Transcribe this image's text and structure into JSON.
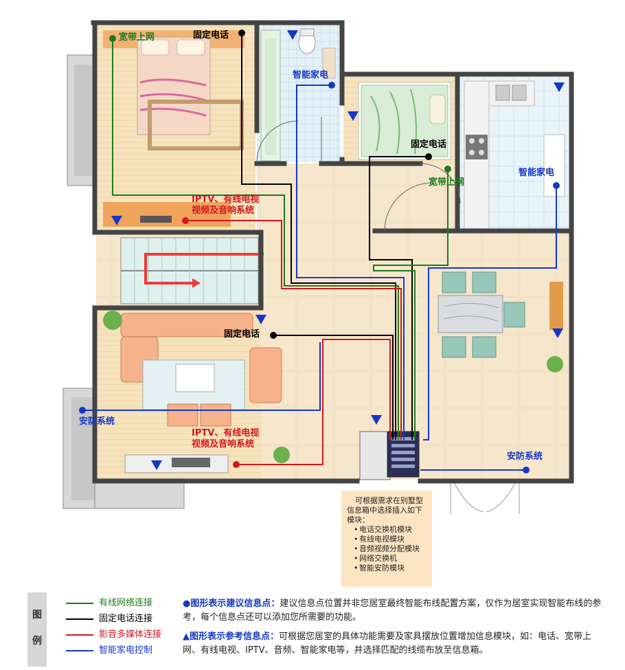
{
  "labels": {
    "broadband_1": "宽带上网",
    "broadband_2": "宽带上网",
    "phone_1": "固定电话",
    "phone_2": "固定电话",
    "phone_3": "固定电话",
    "appliance_1": "智能家电",
    "appliance_2": "智能家电",
    "iptv_1_line1": "IPTV、有线电视",
    "iptv_1_line2": "视频及音响系统",
    "iptv_2_line1": "IPTV、有线电视",
    "iptv_2_line2": "视频及音响系统",
    "security_1": "安防系统",
    "security_2": "安防系统"
  },
  "note": {
    "intro": "可根据需求在别墅型信息箱中选择插入如下模块：",
    "modules": [
      "电话交换机模块",
      "有线电视模块",
      "音频视频分配模块",
      "网络交换机",
      "智能安防模块"
    ]
  },
  "legend": {
    "tag_1": "图",
    "tag_2": "例",
    "items": [
      {
        "label": "有线网络连接",
        "color": "#1e7a1e"
      },
      {
        "label": "固定电话连接",
        "color": "#000000"
      },
      {
        "label": "影音多媒体连接",
        "color": "#d3171f"
      },
      {
        "label": "智能家电控制",
        "color": "#1538c4"
      }
    ],
    "explain_1_title": "●图形表示建议信息点：",
    "explain_1_text": "建议信息点位置并非您居室最终智能布线配置方案，仅作为居室实现智能布线的参考，每个信息点还可以添加您所需要的功能。",
    "explain_2_title": "▲图形表示参考信息点：",
    "explain_2_text": "可根据您居室的具体功能需要及家具摆放位置增加信息模块，如：电话、宽带上网、有线电视、IPTV、音频、智能家电等，并选择匹配的线缆布放至信息箱。"
  },
  "colors": {
    "network": "#1e7a1e",
    "phone": "#000000",
    "media": "#d3171f",
    "control": "#1538c4",
    "wall": "#444444",
    "floor_wood": "#f3dfb9",
    "floor_tile": "#f7ead3",
    "kitchen_tile": "#e4f0f8"
  }
}
